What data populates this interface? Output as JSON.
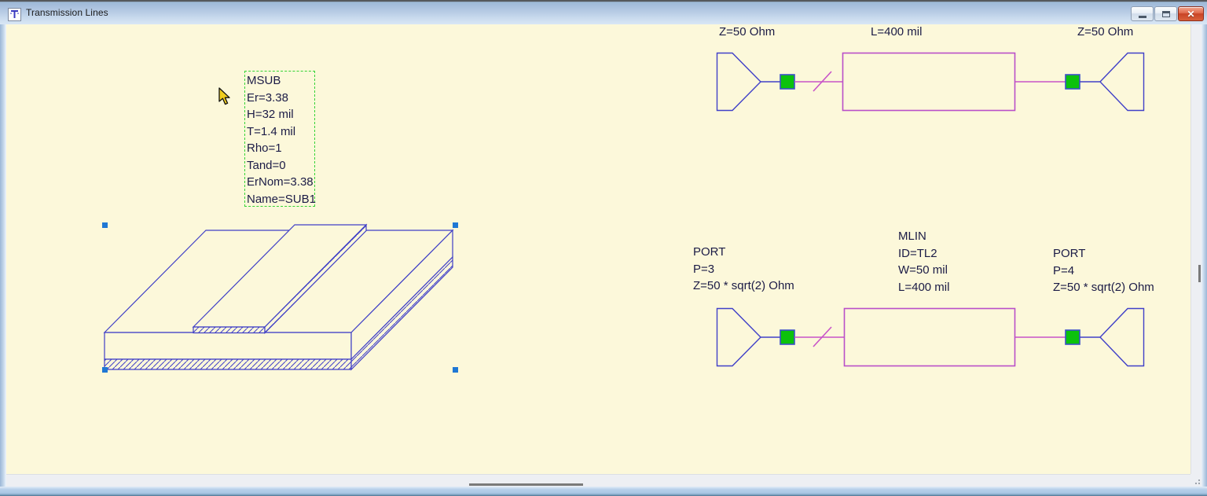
{
  "window": {
    "title": "Transmission Lines",
    "icons": {
      "app": "schematic-doc-icon",
      "minimize": "minimize-icon",
      "maximize": "maximize-icon",
      "close": "close-icon"
    }
  },
  "colors": {
    "canvas_bg": "#fcf8da",
    "wire_blue": "#4040c8",
    "wire_magenta": "#c853c8",
    "mlin_outline": "#b94fc9",
    "node_green": "#0cc20c",
    "selection_dash_green": "#35d435",
    "handle_blue": "#1f78d4",
    "text_navy": "#1b1b46",
    "close_button_red": "#cf4a30"
  },
  "msub": {
    "lines": [
      "MSUB",
      "Er=3.38",
      "H=32 mil",
      "T=1.4 mil",
      "Rho=1",
      "Tand=0",
      "ErNom=3.38",
      "Name=SUB1"
    ]
  },
  "schematic_top": {
    "label_left": "Z=50 Ohm",
    "label_center": "L=400 mil",
    "label_right": "Z=50 Ohm"
  },
  "schematic_bottom": {
    "port_left": {
      "lines": [
        "PORT",
        "P=3",
        "Z=50 * sqrt(2) Ohm"
      ]
    },
    "mlin": {
      "lines": [
        "MLIN",
        "ID=TL2",
        "W=50 mil",
        "L=400 mil"
      ]
    },
    "port_right": {
      "lines": [
        "PORT",
        "P=4",
        "Z=50 * sqrt(2) Ohm"
      ]
    }
  }
}
